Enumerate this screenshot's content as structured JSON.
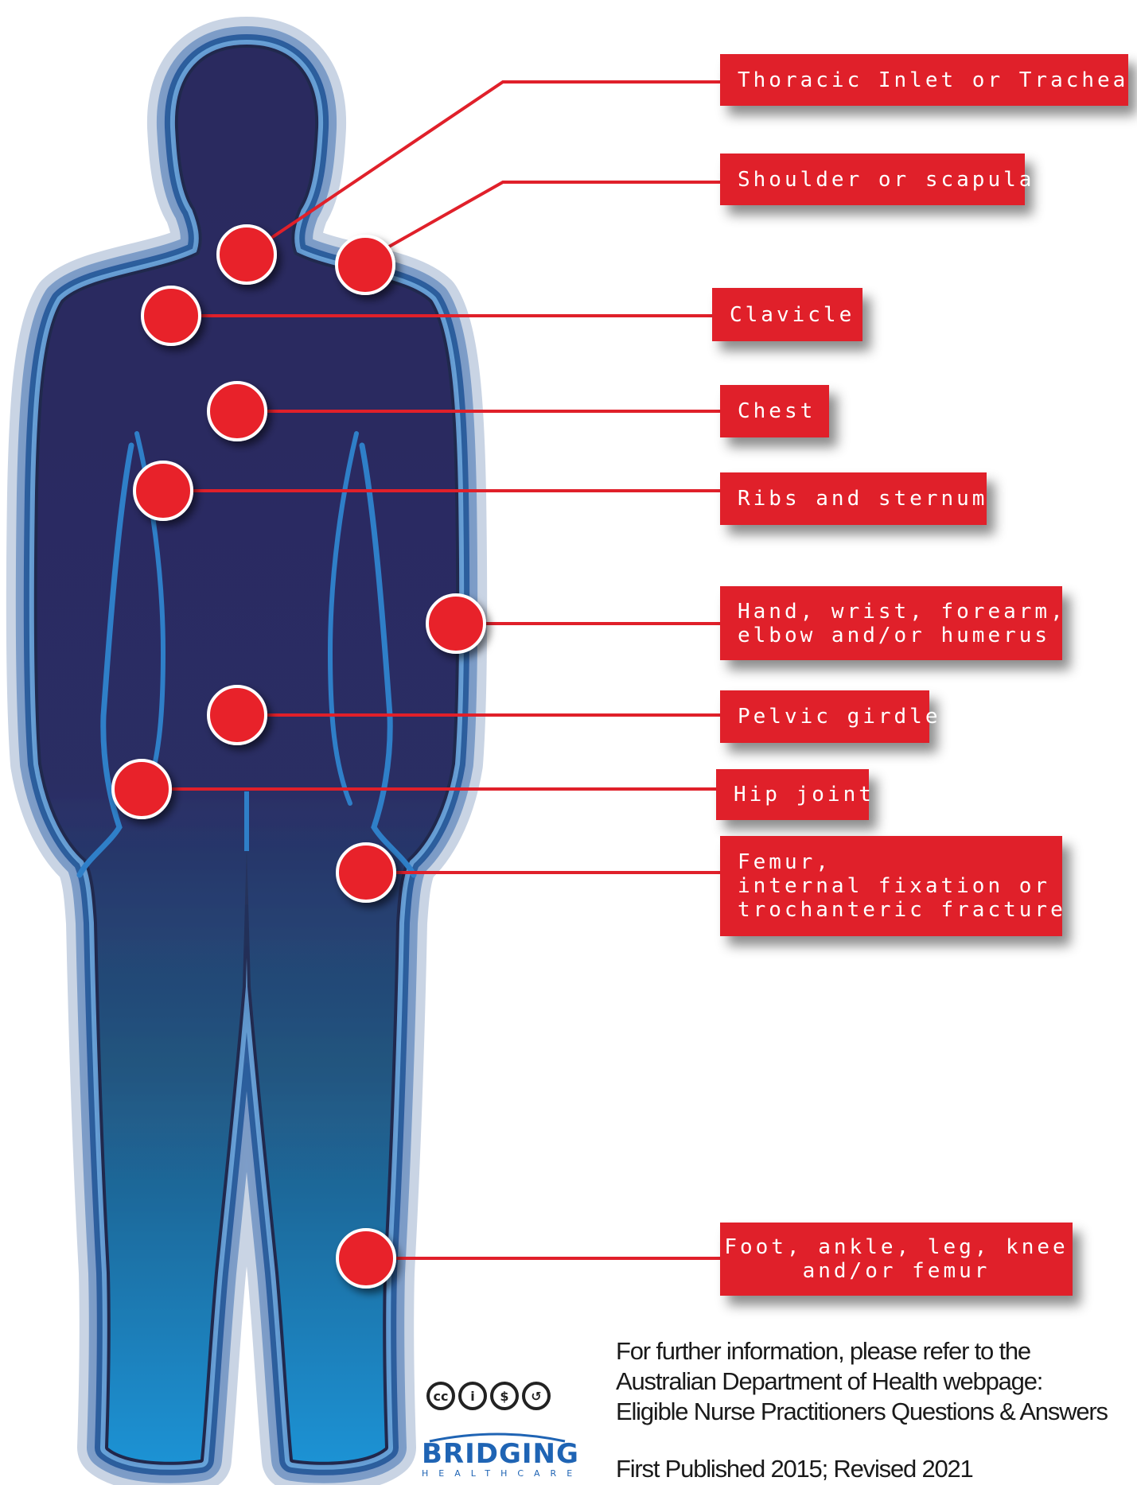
{
  "labels": {
    "thoracic": "Thoracic Inlet or Trachea",
    "shoulder": "Shoulder or scapula",
    "clavicle": "Clavicle",
    "chest": "Chest",
    "ribs": "Ribs and sternum",
    "hand_line1": "Hand, wrist, forearm,",
    "hand_line2": "elbow and/or humerus",
    "pelvic": "Pelvic girdle",
    "hip": "Hip joint",
    "femur_line1": "Femur,",
    "femur_line2": "internal fixation or",
    "femur_line3": "trochanteric fracture",
    "foot_line1": "Foot, ankle, leg, knee",
    "foot_line2": "and/or femur"
  },
  "footer": {
    "line1": "For further information, please refer to the",
    "line2": "Australian Department of Health webpage:",
    "line3": "Eligible  Nurse Practitioners Questions & Answers",
    "published": "First Published 2015; Revised 2021"
  },
  "license": {
    "icons": [
      "cc-icon",
      "by-icon",
      "nc-icon",
      "sa-icon"
    ],
    "glyphs": [
      "cc",
      "i",
      "$",
      "↺"
    ]
  },
  "brand": {
    "name": "BRIDGING",
    "tagline": "HEALTHCARE"
  },
  "colors": {
    "marker": "#e8222b",
    "label_bg": "#e0202a",
    "body_top": "#2b2a5e",
    "body_bottom": "#1a8fd0",
    "brand": "#1f64b4"
  }
}
